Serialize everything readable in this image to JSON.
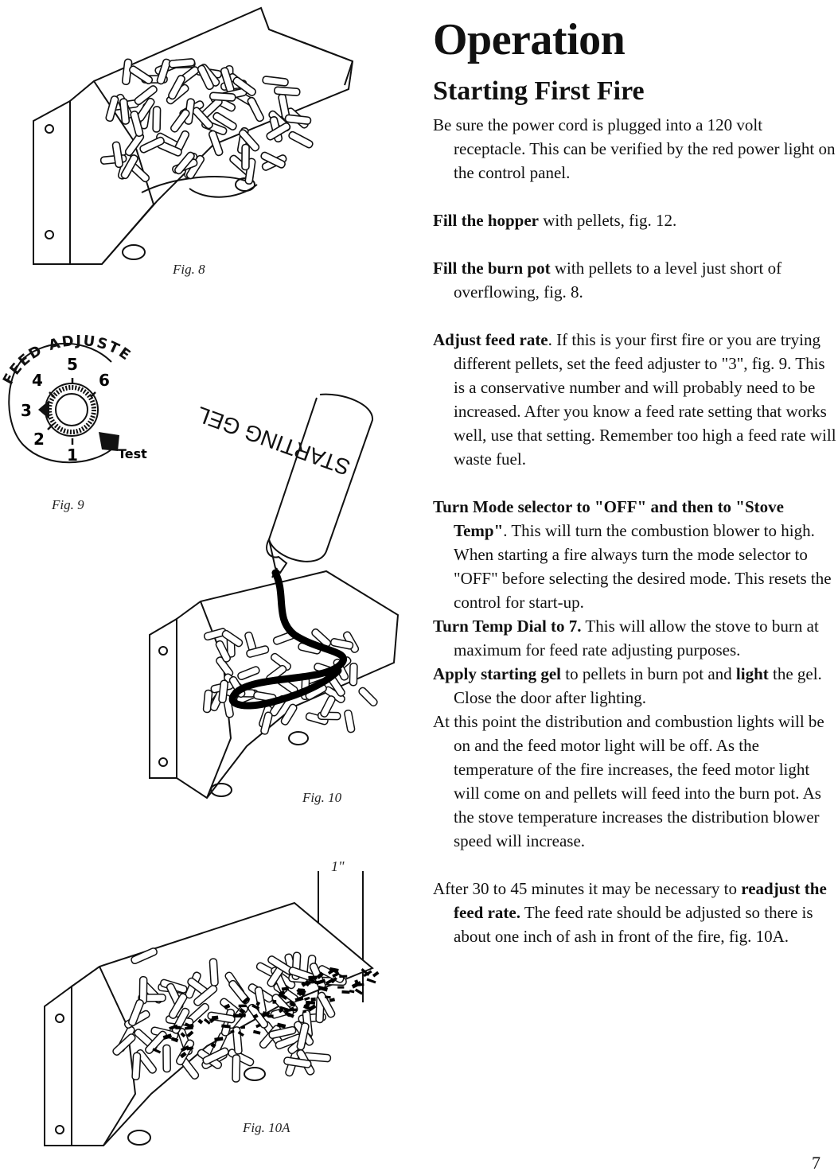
{
  "heading": "Operation",
  "subheading": "Starting First Fire",
  "paragraphs": {
    "p1": "Be sure the power cord is plugged into a 120 volt receptacle. This can be verified by the red power light on the control panel.",
    "p2_bold": "Fill the hopper",
    "p2_rest": " with pellets, fig. 12.",
    "p3_bold": "Fill the burn pot",
    "p3_rest": " with pellets to a level just short of overflowing, fig. 8.",
    "p4_bold": "Adjust feed rate",
    "p4_rest": ". If this is your first fire or you are trying different pellets, set the feed adjuster to \"3\", fig. 9. This is a conservative number and will probably need to be increased.  After you know a feed rate setting that works well, use that setting. Remember too high a feed rate will waste fuel.",
    "p5_bold": "Turn Mode selector to \"OFF\" and then to \"Stove Temp\"",
    "p5_rest": ". This will turn the combustion blower to high. When starting a fire always turn the mode selector to \"OFF\" before selecting the desired mode. This resets the control for start-up.",
    "p6_bold": "Turn Temp Dial to 7.",
    "p6_rest": " This will allow the stove to burn at maximum for feed rate adjusting purposes.",
    "p7_bold1": "Apply starting gel",
    "p7_mid": " to pellets in burn pot and ",
    "p7_bold2": "light",
    "p7_rest": " the gel. Close the door after lighting.",
    "p8": "At this point the distribution and combustion lights will be on and the feed motor light will be off. As the temperature of the fire increases, the feed motor light will come on and pellets will feed into the burn pot. As the stove temperature increases the distribution blower speed will increase.",
    "p9_start": "After 30 to 45 minutes it may be necessary to ",
    "p9_bold": "readjust the feed rate.",
    "p9_rest": " The feed rate should be adjusted so there is about one inch of ash in front of the fire, fig. 10A."
  },
  "figures": {
    "fig8": "Fig. 8",
    "fig9": "Fig. 9",
    "fig10": "Fig. 10",
    "fig10a": "Fig. 10A",
    "dial_title": "FEED ADJUSTER",
    "dial_numbers": [
      "1",
      "2",
      "3",
      "4",
      "5",
      "6"
    ],
    "dial_test": "Test",
    "gel_label": "STARTING GEL",
    "ash_measure": "1\""
  },
  "page_number": "7"
}
